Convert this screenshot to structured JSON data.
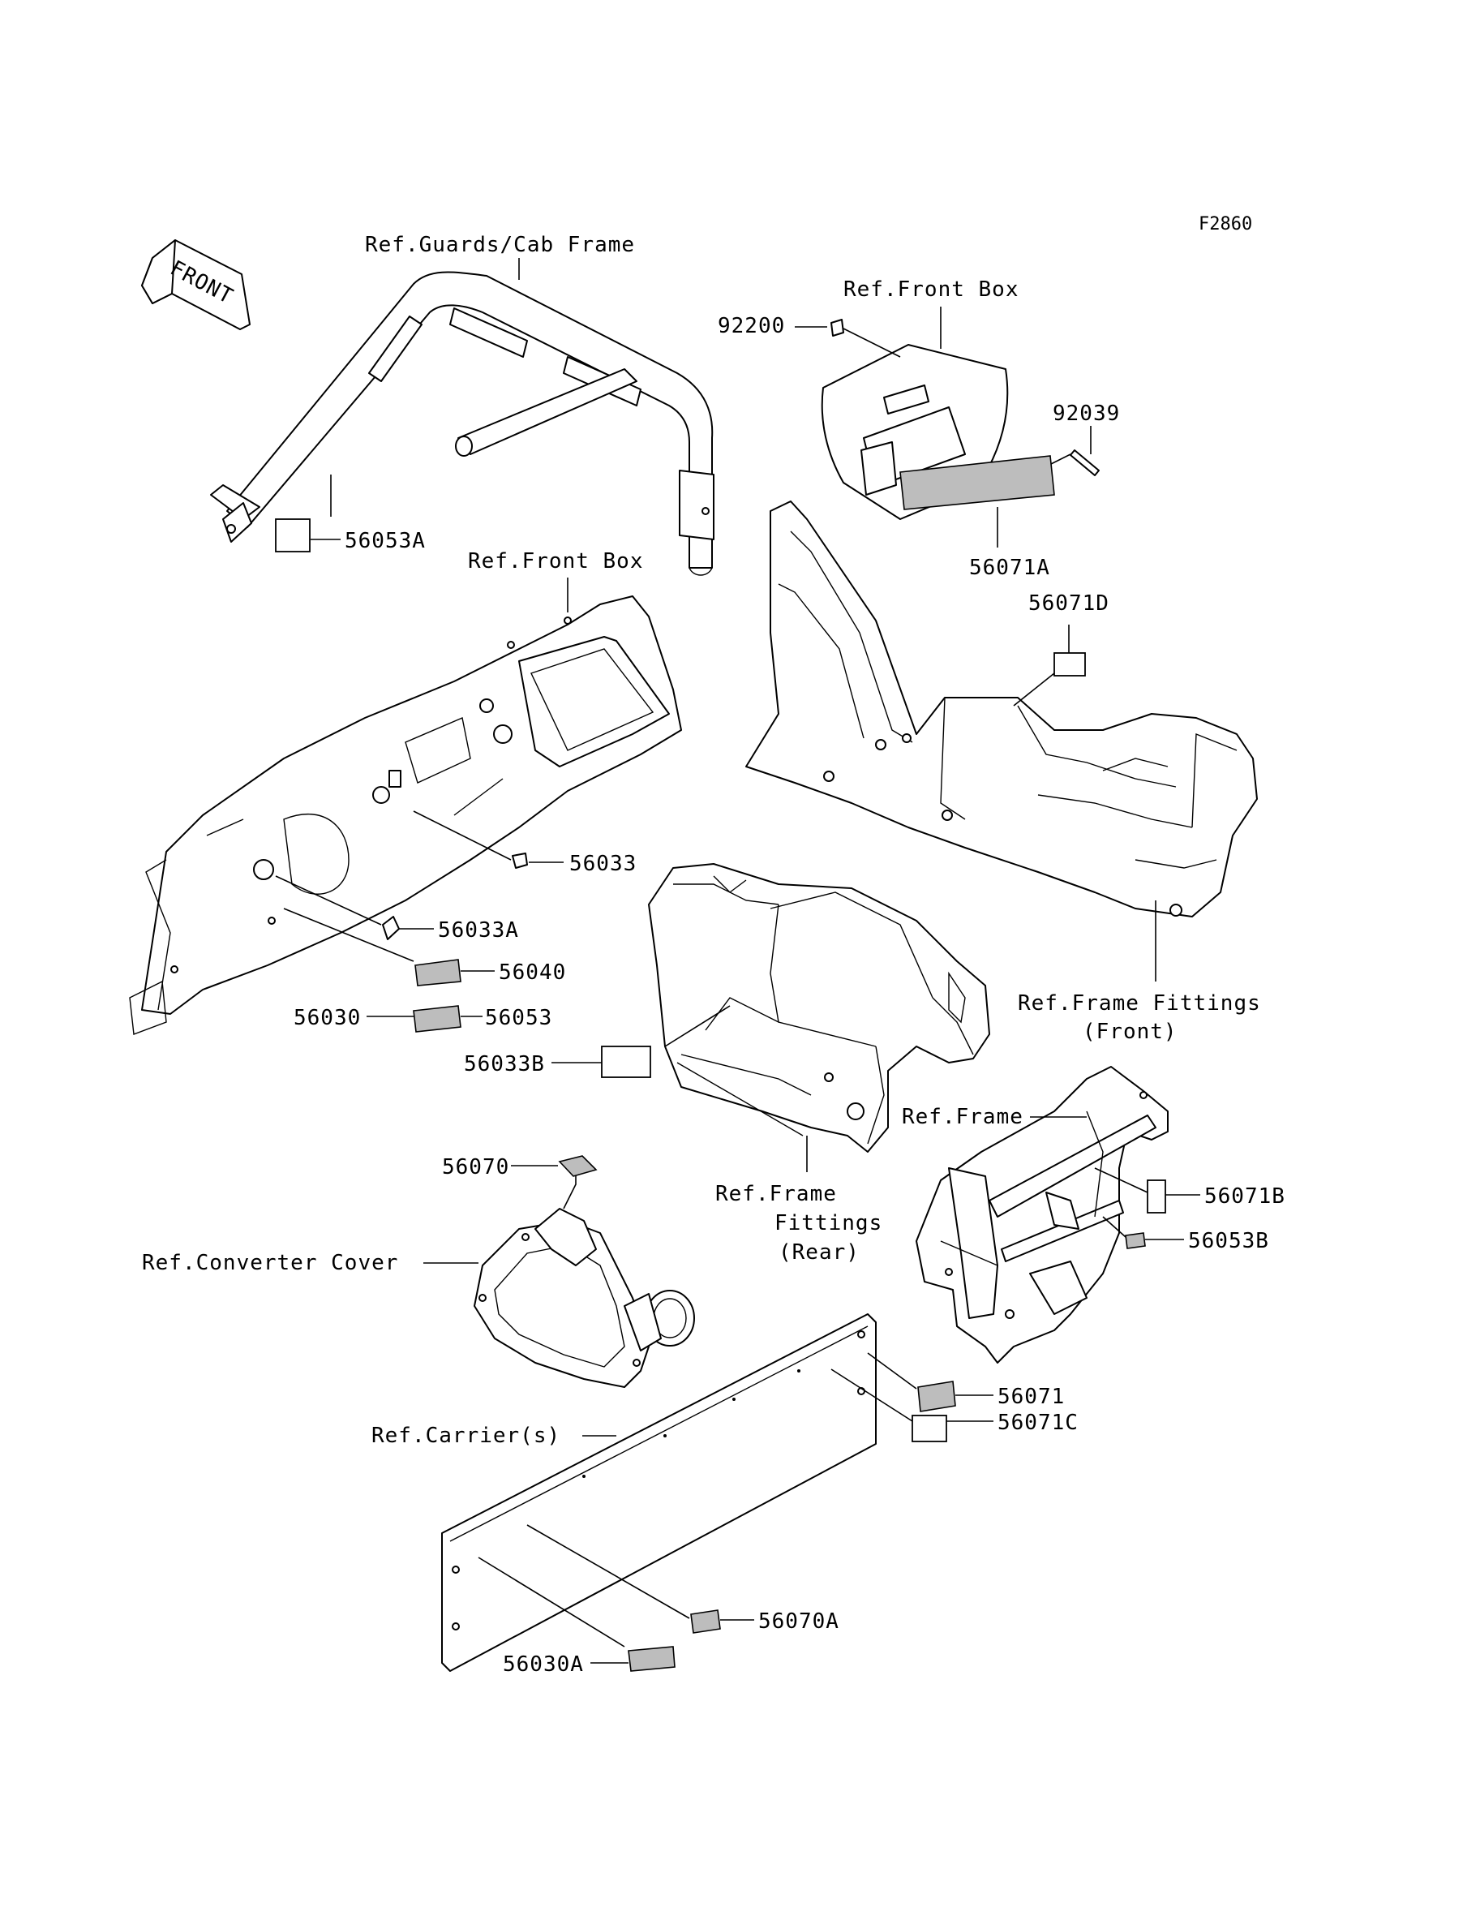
{
  "figure_code": "F2860",
  "front_arrow": "FRONT",
  "refs": {
    "guards_cab_frame": "Ref.Guards/Cab Frame",
    "front_box_upper": "Ref.Front Box",
    "front_box_dash": "Ref.Front Box",
    "frame_fittings_front_1": "Ref.Frame Fittings",
    "frame_fittings_front_2": "(Front)",
    "frame": "Ref.Frame",
    "frame_fittings_rear_1": "Ref.Frame",
    "frame_fittings_rear_2": "Fittings",
    "frame_fittings_rear_3": "(Rear)",
    "converter_cover": "Ref.Converter Cover",
    "carriers": "Ref.Carrier(s)"
  },
  "parts": {
    "p92200": "92200",
    "p92039": "92039",
    "p56053A": "56053A",
    "p56071A": "56071A",
    "p56071D": "56071D",
    "p56033": "56033",
    "p56033A": "56033A",
    "p56040": "56040",
    "p56030": "56030",
    "p56053": "56053",
    "p56033B": "56033B",
    "p56071B": "56071B",
    "p56053B": "56053B",
    "p56070": "56070",
    "p56071": "56071",
    "p56071C": "56071C",
    "p56070A": "56070A",
    "p56030A": "56030A"
  }
}
